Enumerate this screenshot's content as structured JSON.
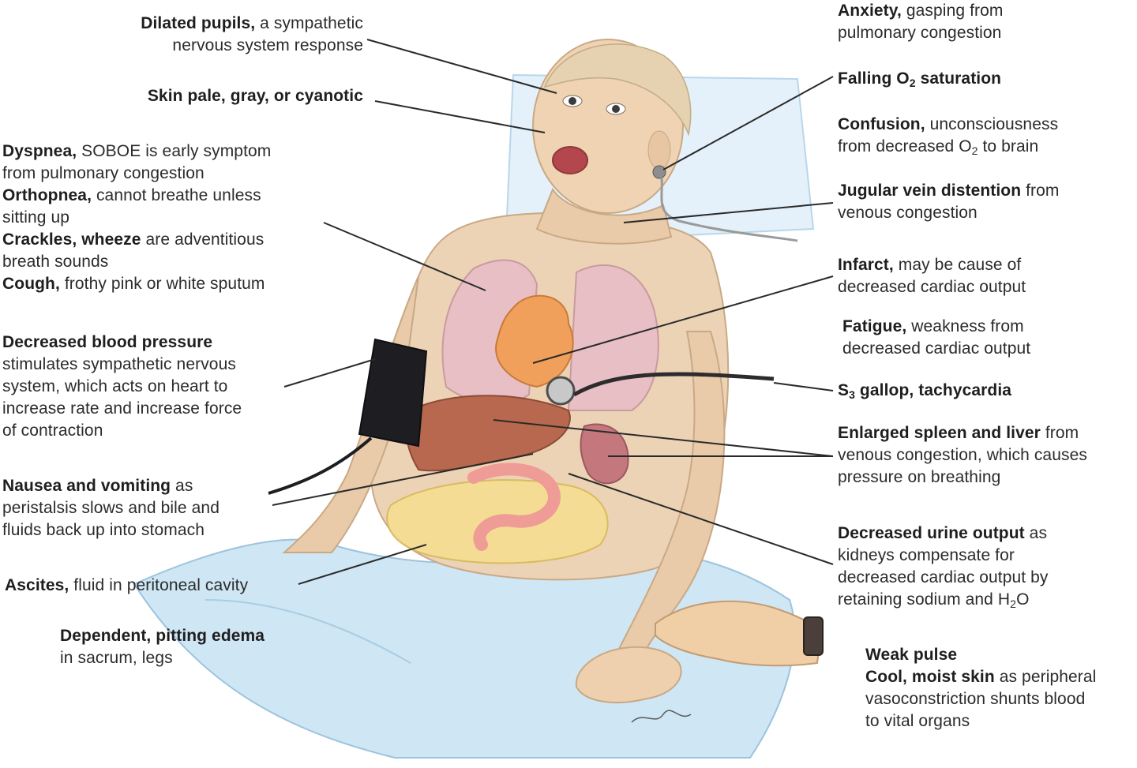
{
  "labels": {
    "dilated_pupils": {
      "bold": "Dilated pupils,",
      "line1": " a sympathetic",
      "line2": "nervous system response"
    },
    "skin_pale": {
      "bold": "Skin pale, gray, or cyanotic"
    },
    "dyspnea": {
      "bold": "Dyspnea,",
      "line1": " SOBOE is early symptom",
      "line2": "from pulmonary congestion"
    },
    "orthopnea": {
      "bold": "Orthopnea,",
      "line1": " cannot breathe unless",
      "line2": "sitting up"
    },
    "crackles": {
      "bold": "Crackles, wheeze",
      "line1": " are adventitious",
      "line2": "breath sounds"
    },
    "cough": {
      "bold": "Cough,",
      "line1": " frothy pink or white sputum"
    },
    "decreased_bp": {
      "bold": "Decreased blood pressure",
      "line2": "stimulates sympathetic nervous",
      "line3": "system, which acts on heart to",
      "line4": "increase rate and increase force",
      "line5": "of contraction"
    },
    "nausea": {
      "bold": "Nausea and vomiting",
      "line1": " as",
      "line2": "peristalsis slows and bile and",
      "line3": "fluids back up into stomach"
    },
    "ascites": {
      "bold": "Ascites,",
      "line1": " fluid in peritoneal cavity"
    },
    "edema": {
      "bold": "Dependent, pitting edema",
      "line2": "in sacrum, legs"
    },
    "anxiety": {
      "bold": "Anxiety,",
      "line1": " gasping from",
      "line2": "pulmonary congestion"
    },
    "falling_o2": {
      "bold_a": "Falling O",
      "sub": "2",
      "bold_b": " saturation"
    },
    "confusion": {
      "bold": "Confusion,",
      "line1": " unconsciousness",
      "line2a": "from decreased O",
      "line2sub": "2",
      "line2b": " to brain"
    },
    "jugular": {
      "bold": "Jugular vein distention",
      "line1": " from",
      "line2": "venous congestion"
    },
    "infarct": {
      "bold": "Infarct,",
      "line1": " may be cause of",
      "line2": "decreased cardiac output"
    },
    "fatigue": {
      "bold": "Fatigue,",
      "line1": " weakness from",
      "line2": "decreased cardiac output"
    },
    "s3": {
      "bold_a": "S",
      "sub": "3",
      "bold_b": " gallop, tachycardia"
    },
    "spleen": {
      "bold": "Enlarged spleen and liver",
      "line1": " from",
      "line2": "venous congestion, which causes",
      "line3": "pressure on breathing"
    },
    "urine": {
      "bold": "Decreased urine output",
      "line1": " as",
      "line2": "kidneys compensate for",
      "line3": "decreased cardiac output by",
      "line4a": "retaining sodium and H",
      "line4sub": "2",
      "line4b": "O"
    },
    "weak_pulse": {
      "bold": "Weak pulse"
    },
    "cool_skin": {
      "bold": "Cool, moist skin",
      "line1": " as peripheral",
      "line2": "vasoconstriction shunts blood",
      "line3": "to vital organs"
    }
  },
  "colors": {
    "skin": "#edd3b5",
    "sheet": "#cfe6f4",
    "lung": "#e7bfc4",
    "heart": "#f0a05a",
    "liver": "#b8684e",
    "intestine": "#ef9c96",
    "ascites": "#f5de92",
    "cuff": "#1d1d22",
    "leader": "#2a2a2a"
  }
}
